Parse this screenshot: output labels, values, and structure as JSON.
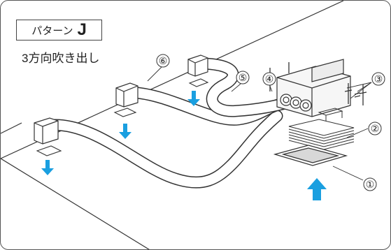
{
  "pattern": {
    "label": "パターン",
    "letter": "J"
  },
  "subtitle": "3方向吹き出し",
  "callouts": [
    {
      "num": "①"
    },
    {
      "num": "②"
    },
    {
      "num": "③"
    },
    {
      "num": "④"
    },
    {
      "num": "⑤"
    },
    {
      "num": "⑥"
    }
  ],
  "colors": {
    "arrow": "#1a9fe0",
    "line": "#333333",
    "hose": "#ffffff"
  }
}
